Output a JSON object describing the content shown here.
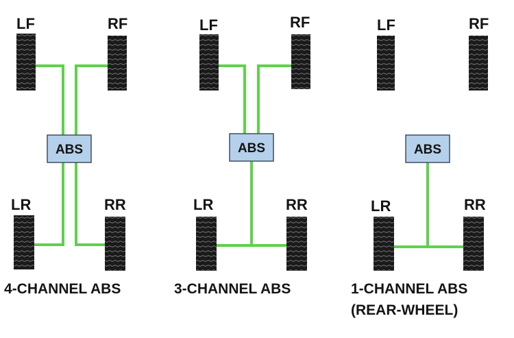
{
  "colors": {
    "line": "#5fd14b",
    "tire": "#1a1a1a",
    "tread": "#6a6a6a",
    "box_fill": "#b5d0ea",
    "box_stroke": "#3f4f60",
    "text": "#141414"
  },
  "diagrams": [
    {
      "wheels": {
        "lf": "LF",
        "rf": "RF",
        "lr": "LR",
        "rr": "RR"
      },
      "module": "ABS",
      "caption": [
        "4-CHANNEL ABS"
      ]
    },
    {
      "wheels": {
        "lf": "LF",
        "rf": "RF",
        "lr": "LR",
        "rr": "RR"
      },
      "module": "ABS",
      "caption": [
        "3-CHANNEL ABS"
      ]
    },
    {
      "wheels": {
        "lf": "LF",
        "rf": "RF",
        "lr": "LR",
        "rr": "RR"
      },
      "module": "ABS",
      "caption": [
        "1-CHANNEL ABS",
        "(REAR-WHEEL)"
      ]
    }
  ]
}
